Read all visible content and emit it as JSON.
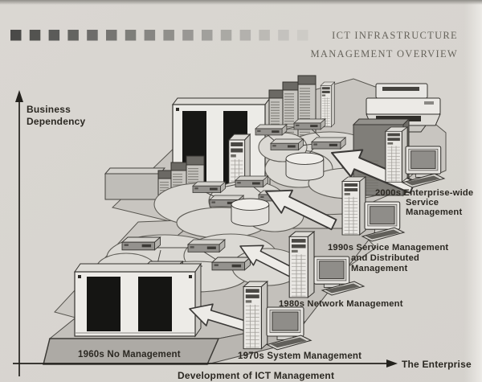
{
  "page": {
    "header": {
      "title_line1": "ICT INFRASTRUCTURE",
      "title_line2": "MANAGEMENT OVERVIEW",
      "gradient_squares": {
        "count": 16,
        "start_color": "#4a4a48",
        "end_color": "#cdcbc6"
      }
    },
    "axes": {
      "y_axis_line1": "Business",
      "y_axis_line2": "Dependency",
      "x_axis_label": "The Enterprise",
      "x_axis_sublabel": "Development of ICT Management"
    },
    "eras": {
      "e1960": {
        "label": "1960s No Management"
      },
      "e1970": {
        "label": "1970s System Management"
      },
      "e1980": {
        "label": "1980s Network Management"
      },
      "e1990": {
        "line1": "1990s Service Management",
        "line2": "and Distributed",
        "line3": "Management"
      },
      "e2000": {
        "line1": "2000s Enterprise-wide",
        "line2": "Service",
        "line3": "Management"
      }
    },
    "colors": {
      "paper": "#d8d5d0",
      "ink": "#2b2822",
      "title": "#67645c",
      "platform": "#c6c3be",
      "arrow_fill": "#edebe7"
    }
  }
}
